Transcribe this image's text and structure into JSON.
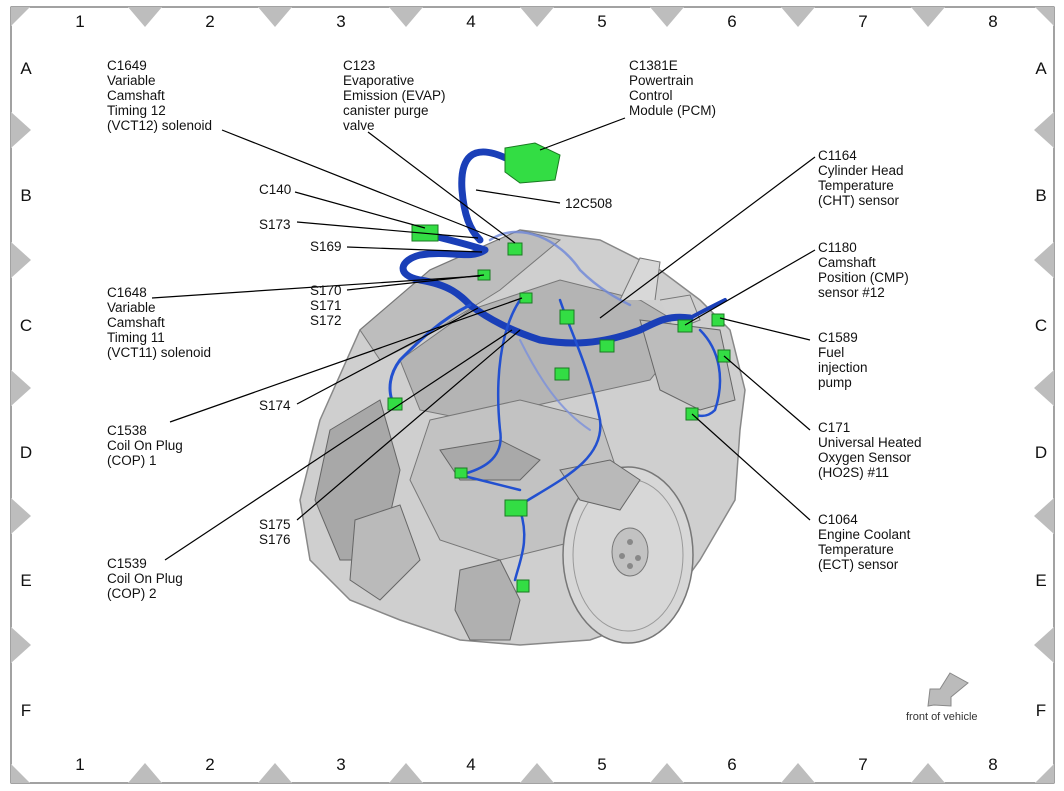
{
  "columns": [
    "1",
    "2",
    "3",
    "4",
    "5",
    "6",
    "7",
    "8"
  ],
  "rows": [
    "A",
    "B",
    "C",
    "D",
    "E",
    "F"
  ],
  "callouts": {
    "c1649": [
      "C1649",
      "Variable",
      "Camshaft",
      "Timing 12",
      "(VCT12) solenoid"
    ],
    "c123": [
      "C123",
      "Evaporative",
      "Emission (EVAP)",
      "canister purge",
      "valve"
    ],
    "c1381e": [
      "C1381E",
      "Powertrain",
      "Control",
      "Module (PCM)"
    ],
    "c140": [
      "C140"
    ],
    "s173": [
      "S173"
    ],
    "s169": [
      "S169"
    ],
    "h12c508": [
      "12C508"
    ],
    "c1164": [
      "C1164",
      "Cylinder Head",
      "Temperature",
      "(CHT) sensor"
    ],
    "c1648": [
      "C1648",
      "Variable",
      "Camshaft",
      "Timing 11",
      "(VCT11) solenoid"
    ],
    "s170": [
      "S170",
      "S171",
      "S172"
    ],
    "c1180": [
      "C1180",
      "Camshaft",
      "Position (CMP)",
      "sensor #12"
    ],
    "c1589": [
      "C1589",
      "Fuel",
      "injection",
      "pump"
    ],
    "s174": [
      "S174"
    ],
    "c1538": [
      "C1538",
      "Coil On Plug",
      "(COP) 1"
    ],
    "c171": [
      "C171",
      "Universal Heated",
      "Oxygen Sensor",
      "(HO2S) #11"
    ],
    "s175": [
      "S175",
      "S176"
    ],
    "c1064": [
      "C1064",
      "Engine Coolant",
      "Temperature",
      "(ECT) sensor"
    ],
    "c1539": [
      "C1539",
      "Coil On Plug",
      "(COP) 2"
    ]
  },
  "front_label": "front of vehicle",
  "colors": {
    "harness": "#1a3fb8",
    "connector": "#33dd44",
    "engine": "#c9c9c9",
    "frame": "#b5b5b5"
  }
}
